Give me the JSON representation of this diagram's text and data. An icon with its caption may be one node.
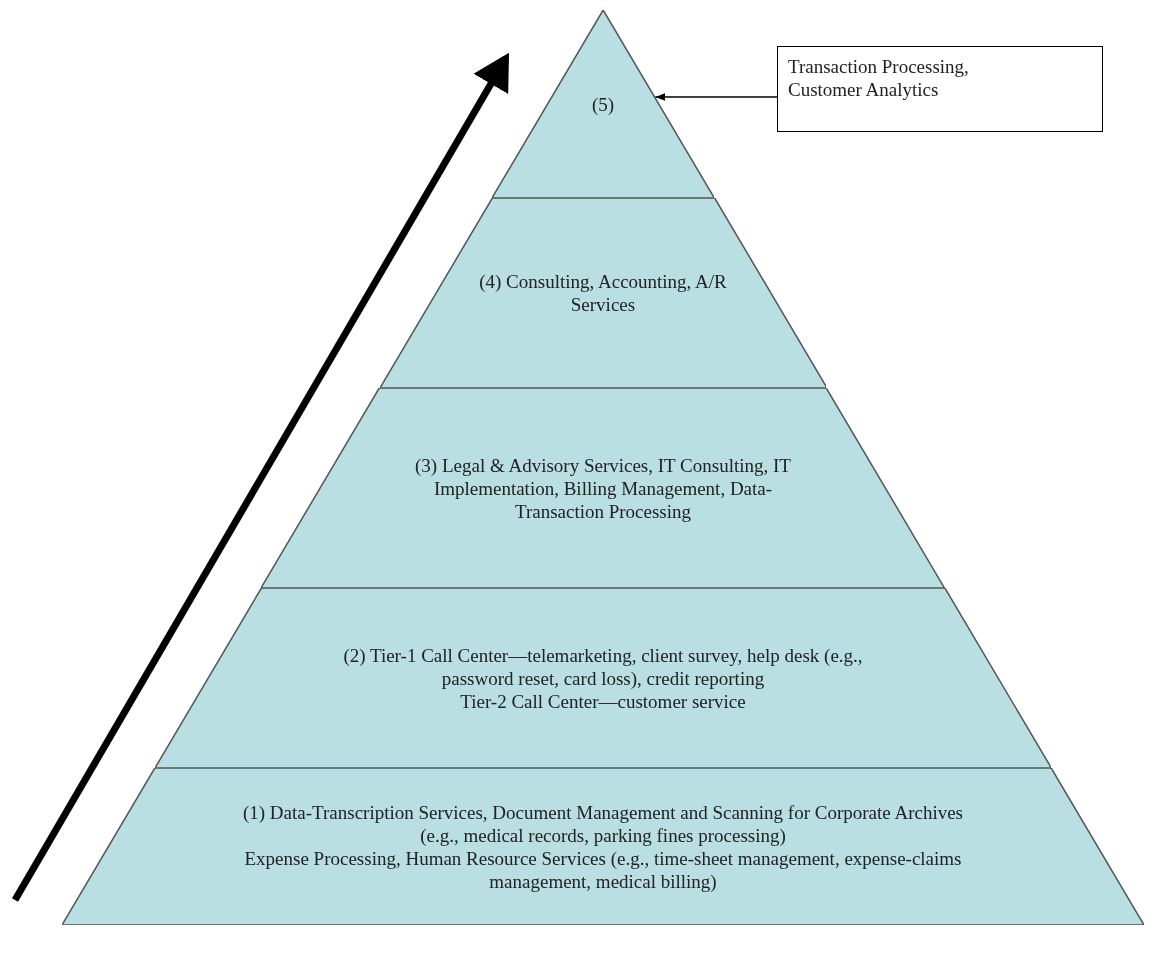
{
  "diagram": {
    "nodes": [
      {
        "text": [
          "(5)"
        ]
      },
      {
        "text": [
          "Transaction Processing, Customer Analytics"
        ]
      },
      {
        "text": [
          "(4) Consulting, Accounting, A/R Services"
        ]
      },
      {
        "text": [
          "(3) Legal & Advisory Services, IT Consulting, IT Implementation, Billing Management, Data-Transaction Processing"
        ]
      },
      {
        "text": [
          "(2) Tier-1 Call Center—telemarketing, client survey, help desk (e.g., password reset, card loss), credit reporting",
          "Tier-2 Call Center—customer service"
        ]
      },
      {
        "text": [
          "(1) Data-Transcription Services, Document Management and Scanning for Corporate Archives (e.g., medical records, parking fines processing)",
          "Expense Processing, Human Resource Services (e.g., time-sheet management, expense-claims management, medical billing)"
        ]
      }
    ],
    "edges": [
      {
        "from": 1,
        "to": 0,
        "arrow": "to"
      }
    ]
  }
}
